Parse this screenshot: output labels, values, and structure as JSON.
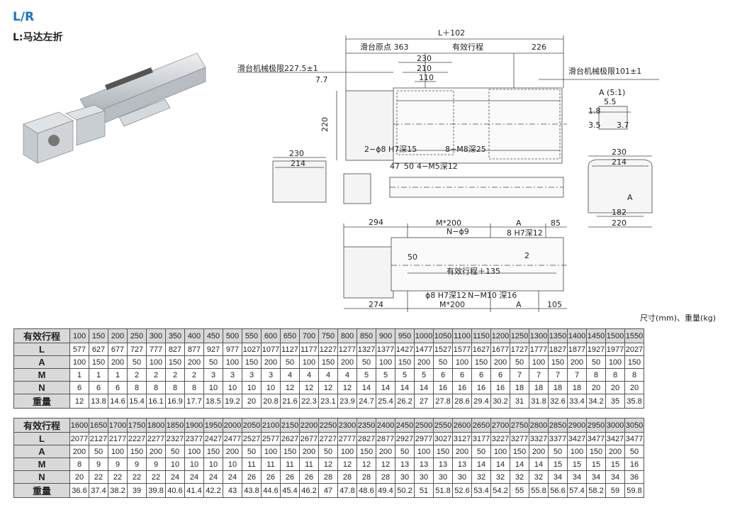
{
  "header": {
    "title": "L/R",
    "subtitle": "L:马达左折"
  },
  "drawing": {
    "labels": {
      "overall": "L＋102",
      "home": "滑台原点 363",
      "stroke": "有效行程",
      "d226": "226",
      "mech_left": "滑台机械极限227.5±1",
      "mech_right": "滑台机械极限101±1",
      "d77": "7.7",
      "d230a": "230",
      "d210": "210",
      "d110": "110",
      "d220": "220",
      "holes_a": "2−ϕ8 H7深15",
      "holes_b": "8−M8深25",
      "detail": "A (5:1)",
      "d55": "5.5",
      "d18": "1.8",
      "d35": "3.5",
      "d37": "3.7",
      "end230": "230",
      "end214": "214",
      "d47": "47",
      "d50": "50",
      "m5": "4−M5深12",
      "r230": "230",
      "r214": "214",
      "r182": "182",
      "r220": "220",
      "d294": "294",
      "m200a": "M*200",
      "a_top": "A",
      "d85": "85",
      "n9": "N−ϕ9",
      "h8": "8 H7深12",
      "d50b": "50",
      "d2": "2",
      "stroke135": "有效行程＋135",
      "hole_b": "ϕ8 H7深12",
      "m10": "N−M10 深16",
      "d274": "274",
      "m200b": "M*200",
      "a_bot": "A",
      "d105": "105",
      "mark_a": "A"
    }
  },
  "unit_note": "尺寸(mm)、重量(kg)",
  "table1": {
    "rows": [
      {
        "label": "有效行程",
        "values": [
          "100",
          "150",
          "200",
          "250",
          "300",
          "350",
          "400",
          "450",
          "500",
          "550",
          "600",
          "650",
          "700",
          "750",
          "800",
          "850",
          "900",
          "950",
          "1000",
          "1050",
          "1100",
          "1150",
          "1200",
          "1250",
          "1300",
          "1350",
          "1400",
          "1450",
          "1500",
          "1550"
        ]
      },
      {
        "label": "L",
        "values": [
          "577",
          "627",
          "677",
          "727",
          "777",
          "827",
          "877",
          "927",
          "977",
          "1027",
          "1077",
          "1127",
          "1177",
          "1227",
          "1277",
          "1327",
          "1377",
          "1427",
          "1477",
          "1527",
          "1577",
          "1627",
          "1677",
          "1727",
          "1777",
          "1827",
          "1877",
          "1927",
          "1977",
          "2027"
        ]
      },
      {
        "label": "A",
        "values": [
          "100",
          "150",
          "200",
          "50",
          "100",
          "150",
          "200",
          "50",
          "100",
          "150",
          "200",
          "50",
          "100",
          "150",
          "200",
          "50",
          "100",
          "150",
          "200",
          "50",
          "100",
          "150",
          "200",
          "50",
          "100",
          "150",
          "200",
          "50",
          "100",
          "150"
        ]
      },
      {
        "label": "M",
        "values": [
          "1",
          "1",
          "1",
          "2",
          "2",
          "2",
          "2",
          "3",
          "3",
          "3",
          "3",
          "4",
          "4",
          "4",
          "4",
          "5",
          "5",
          "5",
          "5",
          "6",
          "6",
          "6",
          "6",
          "7",
          "7",
          "7",
          "7",
          "8",
          "8",
          "8"
        ]
      },
      {
        "label": "N",
        "values": [
          "6",
          "6",
          "6",
          "8",
          "8",
          "8",
          "8",
          "10",
          "10",
          "10",
          "10",
          "12",
          "12",
          "12",
          "12",
          "14",
          "14",
          "14",
          "14",
          "16",
          "16",
          "16",
          "16",
          "18",
          "18",
          "18",
          "18",
          "20",
          "20",
          "20"
        ]
      },
      {
        "label": "重量",
        "values": [
          "12",
          "13.8",
          "14.6",
          "15.4",
          "16.1",
          "16.9",
          "17.7",
          "18.5",
          "19.2",
          "20",
          "20.8",
          "21.6",
          "22.3",
          "23.1",
          "23.9",
          "24.7",
          "25.4",
          "26.2",
          "27",
          "27.8",
          "28.6",
          "29.4",
          "30.2",
          "31",
          "31.8",
          "32.6",
          "33.4",
          "34.2",
          "35",
          "35.8"
        ]
      }
    ]
  },
  "table2": {
    "rows": [
      {
        "label": "有效行程",
        "values": [
          "1600",
          "1650",
          "1700",
          "1750",
          "1800",
          "1850",
          "1900",
          "1950",
          "2000",
          "2050",
          "2100",
          "2150",
          "2200",
          "2250",
          "2300",
          "2350",
          "2400",
          "2450",
          "2500",
          "2550",
          "2600",
          "2650",
          "2700",
          "2750",
          "2800",
          "2850",
          "2900",
          "2950",
          "3000",
          "3050"
        ]
      },
      {
        "label": "L",
        "values": [
          "2077",
          "2127",
          "2177",
          "2227",
          "2277",
          "2327",
          "2377",
          "2427",
          "2477",
          "2527",
          "2577",
          "2627",
          "2677",
          "2727",
          "2777",
          "2827",
          "2877",
          "2927",
          "2977",
          "3027",
          "3127",
          "3177",
          "3227",
          "3277",
          "3327",
          "3377",
          "3427",
          "3477",
          "3427",
          "3477"
        ]
      },
      {
        "label": "A",
        "values": [
          "200",
          "50",
          "100",
          "150",
          "200",
          "50",
          "100",
          "150",
          "200",
          "50",
          "100",
          "150",
          "200",
          "50",
          "100",
          "150",
          "200",
          "50",
          "100",
          "150",
          "200",
          "50",
          "100",
          "150",
          "200",
          "50",
          "100",
          "150",
          "200",
          "50"
        ]
      },
      {
        "label": "M",
        "values": [
          "8",
          "9",
          "9",
          "9",
          "9",
          "10",
          "10",
          "10",
          "10",
          "11",
          "11",
          "11",
          "11",
          "12",
          "12",
          "12",
          "12",
          "13",
          "13",
          "13",
          "13",
          "14",
          "14",
          "14",
          "14",
          "15",
          "15",
          "15",
          "15",
          "16"
        ]
      },
      {
        "label": "N",
        "values": [
          "20",
          "22",
          "22",
          "22",
          "22",
          "24",
          "24",
          "24",
          "24",
          "26",
          "26",
          "26",
          "26",
          "28",
          "28",
          "28",
          "28",
          "30",
          "30",
          "30",
          "30",
          "32",
          "32",
          "32",
          "32",
          "34",
          "34",
          "34",
          "34",
          "36"
        ]
      },
      {
        "label": "重量",
        "values": [
          "36.6",
          "37.4",
          "38.2",
          "39",
          "39.8",
          "40.6",
          "41.4",
          "42.2",
          "43",
          "43.8",
          "44.6",
          "45.4",
          "46.2",
          "47",
          "47.8",
          "48.6",
          "49.4",
          "50.2",
          "51",
          "51.8",
          "52.6",
          "53.4",
          "54.2",
          "55",
          "55.8",
          "56.6",
          "57.4",
          "58.2",
          "59",
          "59.8"
        ]
      }
    ]
  }
}
